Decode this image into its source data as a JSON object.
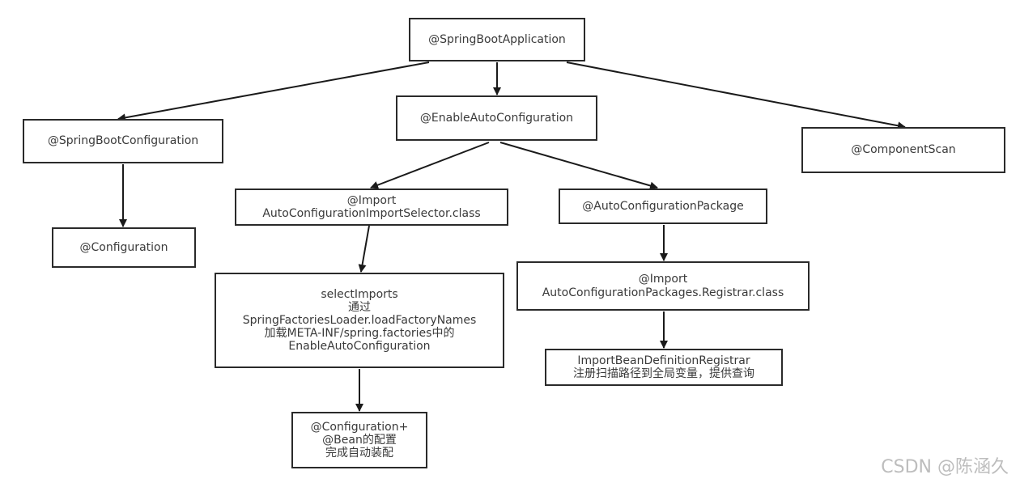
{
  "nodes": {
    "spring_boot_application": "@SpringBootApplication",
    "spring_boot_configuration": "@SpringBootConfiguration",
    "enable_auto_configuration": "@EnableAutoConfiguration",
    "component_scan": "@ComponentScan",
    "configuration": "@Configuration",
    "import_selector": "@Import\nAutoConfigurationImportSelector.class",
    "auto_configuration_package": "@AutoConfigurationPackage",
    "select_imports": "selectImports\n通过\nSpringFactoriesLoader.loadFactoryNames\n加载META-INF/spring.factories中的\nEnableAutoConfiguration",
    "import_registrar": "@Import\nAutoConfigurationPackages.Registrar.class",
    "bean_definition_registrar": "ImportBeanDefinitionRegistrar\n注册扫描路径到全局变量，提供查询",
    "configuration_bean": "@Configuration+\n@Bean的配置\n完成自动装配"
  },
  "watermark": "CSDN @陈涵久"
}
